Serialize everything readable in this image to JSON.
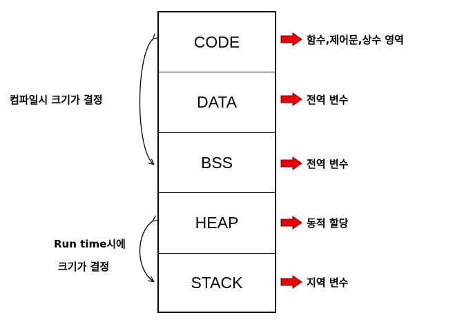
{
  "segments": [
    {
      "name": "CODE",
      "desc": "함수,제어문,상수 영역"
    },
    {
      "name": "DATA",
      "desc": "전역 변수"
    },
    {
      "name": "BSS",
      "desc": "전역 변수"
    },
    {
      "name": "HEAP",
      "desc": "동적 할당"
    },
    {
      "name": "STACK",
      "desc": "지역 변수"
    }
  ],
  "side_labels": {
    "compile": "컴파일시 크기가 결정",
    "runtime_line1": "Run time시에",
    "runtime_line2": "크기가 결정"
  },
  "colors": {
    "arrow_fill": "#e8000b",
    "arrow_stroke": "#7a0000",
    "line": "#000000"
  }
}
